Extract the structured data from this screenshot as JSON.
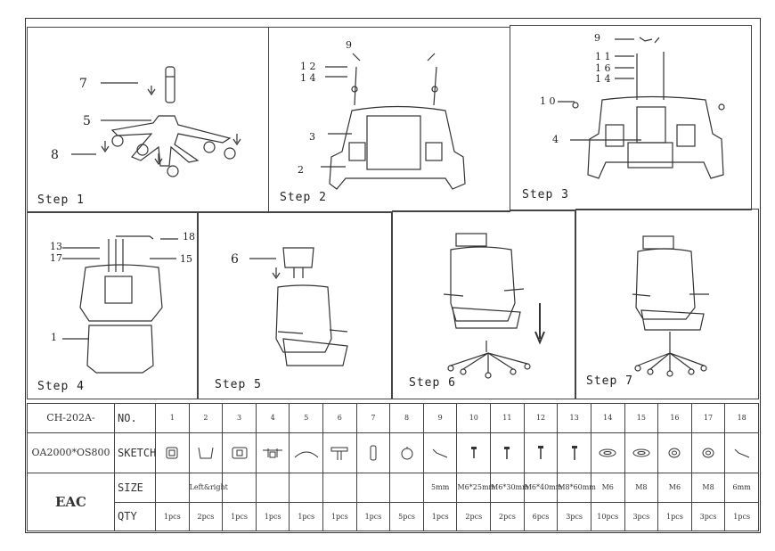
{
  "steps": [
    {
      "label": "Step 1",
      "callouts": [
        "7",
        "5",
        "8"
      ]
    },
    {
      "label": "Step 2",
      "callouts": [
        "9",
        "1 2",
        "1 4",
        "3",
        "2"
      ]
    },
    {
      "label": "Step 3",
      "callouts": [
        "9",
        "1 1",
        "1 6",
        "1 4",
        "1 0",
        "4"
      ]
    },
    {
      "label": "Step 4",
      "callouts": [
        "13",
        "17",
        "18",
        "15",
        "1"
      ]
    },
    {
      "label": "Step 5",
      "callouts": [
        "6"
      ]
    },
    {
      "label": "Step 6",
      "callouts": []
    },
    {
      "label": "Step 7",
      "callouts": []
    }
  ],
  "parts_table": {
    "model_lines": [
      "CH-202A-",
      "OA2000*OS800",
      "EAC"
    ],
    "row_labels": {
      "no": "NO.",
      "sketch": "SKETCH",
      "size": "SIZE",
      "qty": "QTY"
    },
    "items": [
      {
        "no": "1",
        "size": "",
        "qty": "1pcs",
        "sketch": "seat-sketch-icon"
      },
      {
        "no": "2",
        "size": "Left&right",
        "qty": "2pcs",
        "sketch": "armrest-sketch-icon"
      },
      {
        "no": "3",
        "size": "",
        "qty": "1pcs",
        "sketch": "mechanism-sketch-icon"
      },
      {
        "no": "4",
        "size": "",
        "qty": "1pcs",
        "sketch": "backrest-bracket-sketch-icon"
      },
      {
        "no": "5",
        "size": "",
        "qty": "1pcs",
        "sketch": "base-sketch-icon"
      },
      {
        "no": "6",
        "size": "",
        "qty": "1pcs",
        "sketch": "headrest-sketch-icon"
      },
      {
        "no": "7",
        "size": "",
        "qty": "1pcs",
        "sketch": "gas-lift-sketch-icon"
      },
      {
        "no": "8",
        "size": "",
        "qty": "5pcs",
        "sketch": "caster-sketch-icon"
      },
      {
        "no": "9",
        "size": "5mm",
        "qty": "1pcs",
        "sketch": "allen-key-sketch-icon"
      },
      {
        "no": "10",
        "size": "M6*25mm",
        "qty": "2pcs",
        "sketch": "screw-sketch-icon"
      },
      {
        "no": "11",
        "size": "M6*30mm",
        "qty": "2pcs",
        "sketch": "screw-sketch-icon"
      },
      {
        "no": "12",
        "size": "M6*40mm",
        "qty": "6pcs",
        "sketch": "screw-sketch-icon"
      },
      {
        "no": "13",
        "size": "M8*60mm",
        "qty": "3pcs",
        "sketch": "screw-sketch-icon"
      },
      {
        "no": "14",
        "size": "M6",
        "qty": "10pcs",
        "sketch": "washer-sketch-icon"
      },
      {
        "no": "15",
        "size": "M8",
        "qty": "3pcs",
        "sketch": "washer-sketch-icon"
      },
      {
        "no": "16",
        "size": "M6",
        "qty": "1pcs",
        "sketch": "lock-washer-sketch-icon"
      },
      {
        "no": "17",
        "size": "M8",
        "qty": "3pcs",
        "sketch": "lock-washer-sketch-icon"
      },
      {
        "no": "18",
        "size": "6mm",
        "qty": "1pcs",
        "sketch": "allen-key-sketch-icon"
      }
    ]
  }
}
